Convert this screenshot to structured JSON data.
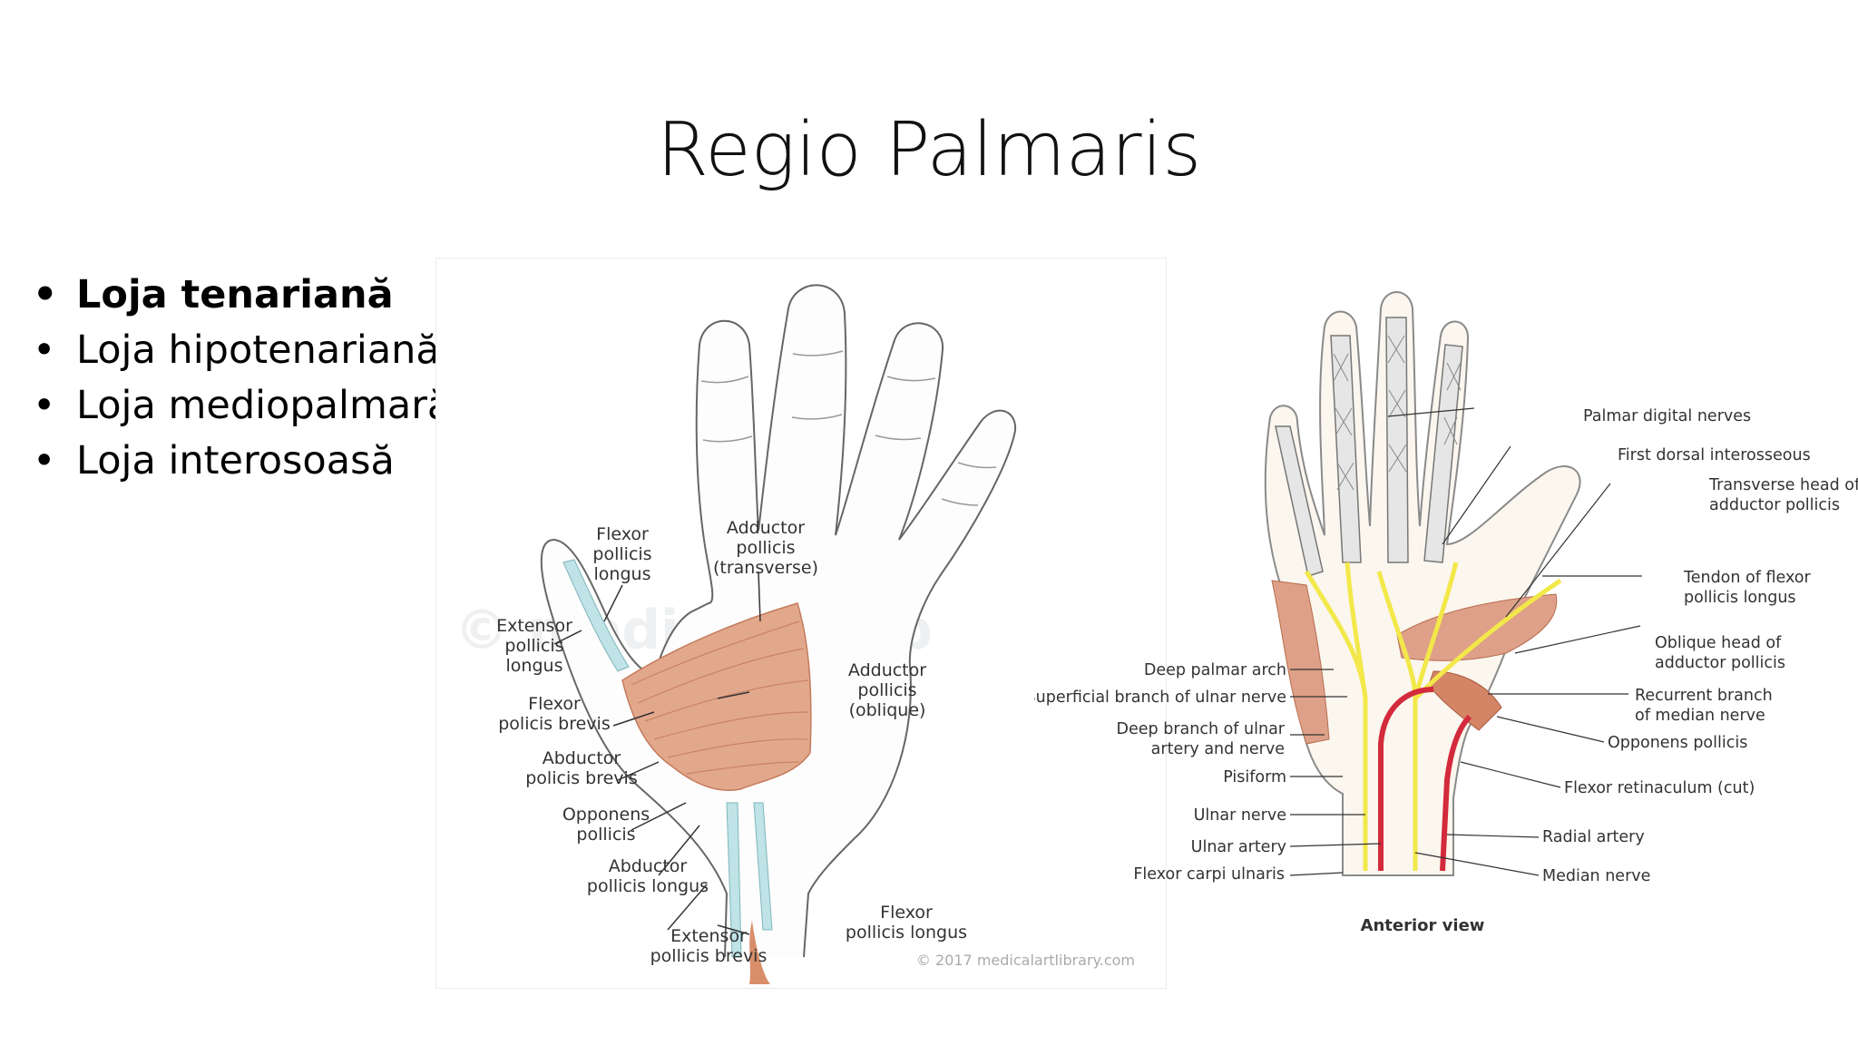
{
  "slide": {
    "title": "Regio Palmaris",
    "bullets": [
      {
        "text": "Loja tenariană",
        "bold": true
      },
      {
        "text": "Loja hipotenariană",
        "bold": false
      },
      {
        "text": "Loja mediopalmară",
        "bold": false
      },
      {
        "text": "Loja interosoasă",
        "bold": false
      }
    ]
  },
  "figure_left": {
    "labels": [
      [
        "Flexor",
        "pollicis",
        "longus"
      ],
      [
        "Adductor",
        "pollicis",
        "(transverse)"
      ],
      [
        "Extensor",
        "pollicis",
        "longus"
      ],
      [
        "Adductor",
        "pollicis",
        "(oblique)"
      ],
      [
        "Flexor",
        "policis brevis"
      ],
      [
        "Abductor",
        "policis brevis"
      ],
      [
        "Opponens",
        "pollicis"
      ],
      [
        "Abductor",
        "pollicis longus"
      ],
      [
        "Flexor",
        "pollicis longus"
      ],
      [
        "Extensor",
        "pollicis brevis"
      ]
    ],
    "copyright": "© 2017 medicalartlibrary.com"
  },
  "figure_right": {
    "labels": [
      [
        "Palmar digital nerves"
      ],
      [
        "First dorsal interosseous"
      ],
      [
        "Transverse head of",
        "adductor pollicis"
      ],
      [
        "Tendon of flexor",
        "pollicis longus"
      ],
      [
        "Oblique head of",
        "adductor pollicis"
      ],
      [
        "Deep palmar arch"
      ],
      [
        "Superficial branch of ulnar nerve"
      ],
      [
        "Recurrent branch",
        "of median nerve"
      ],
      [
        "Deep branch of ulnar",
        "artery and nerve"
      ],
      [
        "Opponens pollicis"
      ],
      [
        "Pisiform"
      ],
      [
        "Flexor retinaculum (cut)"
      ],
      [
        "Ulnar nerve"
      ],
      [
        "Radial artery"
      ],
      [
        "Ulnar artery"
      ],
      [
        "Flexor carpi ulnaris"
      ],
      [
        "Median nerve"
      ]
    ],
    "caption": "Anterior view"
  },
  "colors": {
    "muscle": "#e2a88c",
    "muscle_line": "#c47a5c",
    "tendon_blue": "#bfe3e6",
    "nerve": "#f2e84a",
    "artery": "#d32a3c",
    "outline": "#555555"
  }
}
